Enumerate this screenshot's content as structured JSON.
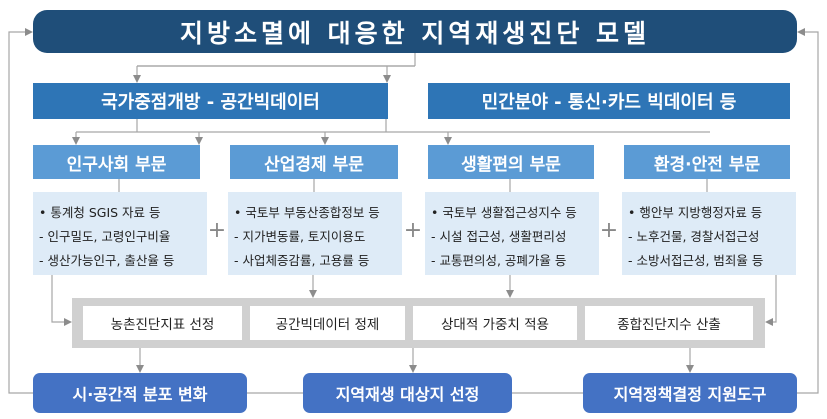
{
  "title": "지방소멸에 대응한 지역재생진단 모델",
  "data_sources": [
    {
      "label": "국가중점개방 - 공간빅데이터"
    },
    {
      "label": "민간분야 - 통신·카드 빅데이터 등"
    }
  ],
  "categories": [
    {
      "label": "인구사회 부문",
      "lines": [
        "• 통계청 SGIS 자료  등",
        " - 인구밀도, 고령인구비율",
        " - 생산가능인구, 출산율 등"
      ]
    },
    {
      "label": "산업경제 부문",
      "lines": [
        "• 국토부 부동산종합정보 등",
        " - 지가변동률, 토지이용도",
        " - 사업체증감률, 고용률 등"
      ]
    },
    {
      "label": "생활편의 부문",
      "lines": [
        "• 국토부 생활접근성지수 등",
        " - 시설 접근성, 생활편리성",
        " - 교통편의성, 공폐가율 등"
      ]
    },
    {
      "label": "환경·안전 부문",
      "lines": [
        "• 행안부 지방행정자료 등",
        " - 노후건물, 경찰서접근성",
        " - 소방서접근성, 범죄율 등"
      ]
    }
  ],
  "plus_symbol": "+",
  "process_steps": [
    {
      "label": "농촌진단지표 선정"
    },
    {
      "label": "공간빅데이터 정제"
    },
    {
      "label": "상대적 가중치 적용"
    },
    {
      "label": "종합진단지수 산출"
    }
  ],
  "outputs": [
    {
      "label": "시·공간적 분포 변화"
    },
    {
      "label": "지역재생 대상지 선정"
    },
    {
      "label": "지역정책결정 지원도구"
    }
  ],
  "colors": {
    "title_bg": "#1f4e79",
    "source_bg": "#2e75b6",
    "category_bg": "#5b9bd5",
    "detail_bg": "#deebf7",
    "process_band": "#d0d0d0",
    "output_bg": "#4472c4",
    "connector": "#a6a6a6"
  }
}
